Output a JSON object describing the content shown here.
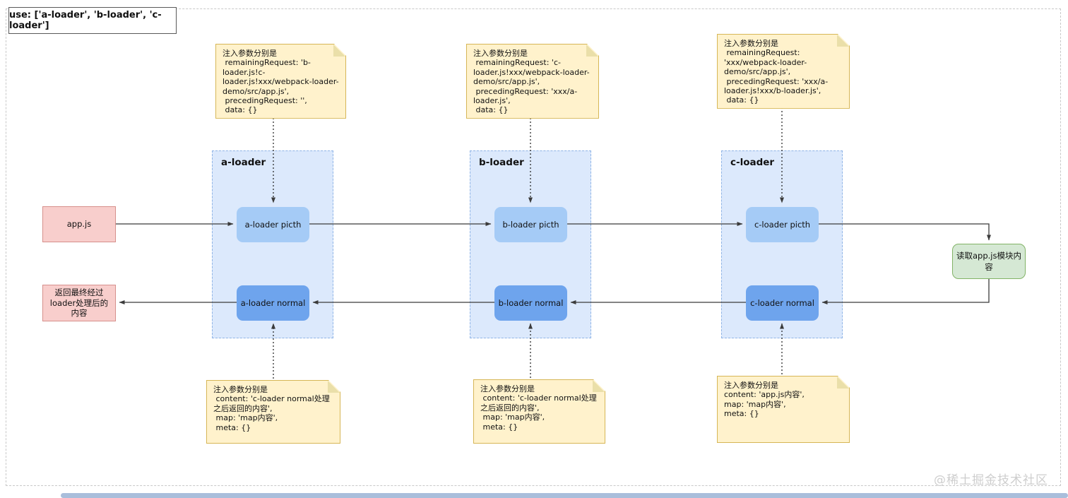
{
  "title_box": {
    "label": "use: ['a-loader', 'b-loader', 'c-loader']"
  },
  "watermark": "@稀土掘金技术社区",
  "left_column": {
    "input_box": "app.js",
    "output_box": "返回最终经过loader处理后的内容"
  },
  "right_column": {
    "read_box": "读取app.js模块内容"
  },
  "lanes": [
    {
      "label": "a-loader",
      "pitch_box": "a-loader picth",
      "normal_box": "a-loader normal",
      "top_note": "注入参数分别是\n remainingRequest: 'b-loader.js!c-loader.js!xxx/webpack-loader-demo/src/app.js',\n precedingRequest: '',\n data: {}",
      "bottom_note": "注入参数分别是\n content: 'c-loader normal处理之后返回的内容',\n map: 'map内容',\n meta: {}"
    },
    {
      "label": "b-loader",
      "pitch_box": "b-loader picth",
      "normal_box": "b-loader normal",
      "top_note": "注入参数分别是\n remainingRequest: 'c-loader.js!xxx/webpack-loader-demo/src/app.js',\n precedingRequest: 'xxx/a-loader.js',\n data: {}",
      "bottom_note": "注入参数分别是\n content: 'c-loader normal处理之后返回的内容',\n map: 'map内容',\n meta: {}"
    },
    {
      "label": "c-loader",
      "pitch_box": "c-loader picth",
      "normal_box": "c-loader normal",
      "top_note": "注入参数分别是\n remainingRequest: 'xxx/webpack-loader-demo/src/app.js',\n precedingRequest: 'xxx/a-loader.js!xxx/b-loader.js',\n data: {}",
      "bottom_note": "注入参数分别是\ncontent: 'app.js内容',\nmap: 'map内容',\nmeta: {}"
    }
  ],
  "colors": {
    "note_bg": "#fff2cc",
    "note_border": "#d6b656",
    "lane_bg": "#dce9fc",
    "lane_border": "#8fb4e6",
    "pitch_box_bg": "#a5cbf6",
    "normal_box_bg": "#6ea4ed",
    "input_output_bg": "#f8cecc",
    "input_output_border": "#d6908c",
    "read_box_bg": "#d5e8d4",
    "read_box_border": "#82b366",
    "arrow": "#3b3b3b"
  }
}
